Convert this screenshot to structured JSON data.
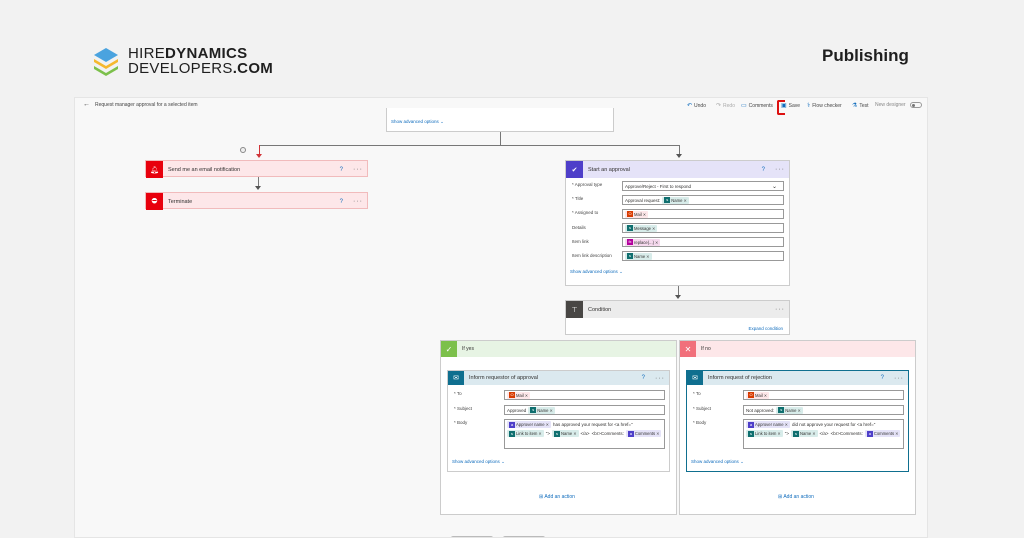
{
  "brand": {
    "line1_a": "HIRE",
    "line1_b": "DYNAMICS",
    "line2_a": "DEVELOPERS",
    "line2_b": ".COM"
  },
  "page_title": "Publishing",
  "cmdbar": {
    "flow_title": "Request manager approval for a selected item",
    "undo": "Undo",
    "redo": "Redo",
    "comments": "Comments",
    "save": "Save",
    "flow_checker": "Flow checker",
    "test": "Test",
    "new_designer": "New designer"
  },
  "colors": {
    "accent": "#0f6cbd",
    "email": "#e8000d",
    "approval": "#4e3fc9",
    "condition": "#484644",
    "outlook": "#0f6f8f"
  },
  "top_card": {
    "show_advanced": "Show advanced options"
  },
  "send_email": {
    "title": "Send me an email notification"
  },
  "terminate": {
    "title": "Terminate"
  },
  "approval": {
    "title": "Start an approval",
    "approval_type_label": "* Approval type",
    "approval_type_value": "Approve/Reject - First to respond",
    "title_label": "* Title",
    "title_text": "Approval request:",
    "title_chip": "Name",
    "assigned_label": "* Assigned to",
    "assigned_chip": "Mail",
    "details_label": "Details",
    "details_chip": "Message",
    "item_link_label": "Item link",
    "item_link_chip": "replace(...)",
    "item_desc_label": "Item link description",
    "item_desc_chip": "Name",
    "show_advanced": "Show advanced options"
  },
  "condition": {
    "title": "Condition",
    "expand": "Expand condition"
  },
  "if_yes": {
    "title": "If yes",
    "card_title": "Inform requestor of approval",
    "to_label": "* To",
    "to_chip": "Mail",
    "subject_label": "* Subject",
    "subject_text": "Approved",
    "subject_chip": "Name",
    "body_label": "* Body",
    "body_chip1": "Approver name",
    "body_text1": "has approved your request for <a href=\"",
    "body_chip2": "Link to item",
    "body_text2": "\">",
    "body_chip3": "Name",
    "body_text3": "</a>",
    "body_text4": "<br>Comments:",
    "body_chip4": "Comments",
    "show_advanced": "Show advanced options",
    "add_action": "Add an action"
  },
  "if_no": {
    "title": "If no",
    "card_title": "Inform request of rejection",
    "to_label": "* To",
    "to_chip": "Mail",
    "subject_label": "* Subject",
    "subject_text": "Not approved:",
    "subject_chip": "Name",
    "body_label": "* Body",
    "body_chip1": "Approver name",
    "body_text1": "did not approve your request for <a href=\"",
    "body_chip2": "Link to item",
    "body_text2": "\">",
    "body_chip3": "Name",
    "body_text3": "</a>",
    "body_text4": "<br>Comments:",
    "body_chip4": "Comments",
    "show_advanced": "Show advanced options",
    "add_action": "Add an action"
  }
}
